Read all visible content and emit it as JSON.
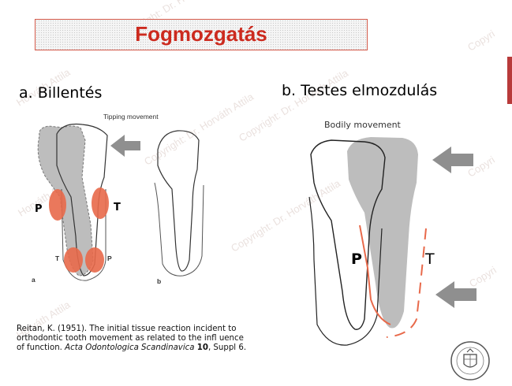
{
  "title": "Fogmozgatás",
  "heading_a": "a.  Billentés",
  "heading_b": "b.  Testes elmozdulás",
  "figure_a": {
    "caption": "Tipping movement",
    "label_p_top": "P",
    "label_t_top": "T",
    "label_t_bottom": "T",
    "label_p_bottom": "P",
    "panel_a": "a",
    "panel_b": "b"
  },
  "figure_b": {
    "caption": "Bodily movement",
    "label_p": "P",
    "label_t": "T"
  },
  "reference": {
    "line1": "Reitan, K. (1951). The initial tissue reaction incident to",
    "line2": "orthodontic tooth movement as related to the infl uence",
    "line3_pre": "of function. ",
    "journal": "Acta Odontologica Scandinavica",
    "volume": "10",
    "line3_post": ", Suppl 6."
  },
  "watermark": {
    "copyright": "Copyright: Dr. Horváth Attila",
    "name": "Horváth Attila",
    "short": "Copyri"
  },
  "colors": {
    "title": "#cc2a1e",
    "pressure": "#e8694a",
    "arrow": "#8f8f8f",
    "tooth_shadow": "#bdbdbd"
  },
  "icons": {
    "seal": "university-seal-icon",
    "arrow": "arrow-left-icon"
  }
}
